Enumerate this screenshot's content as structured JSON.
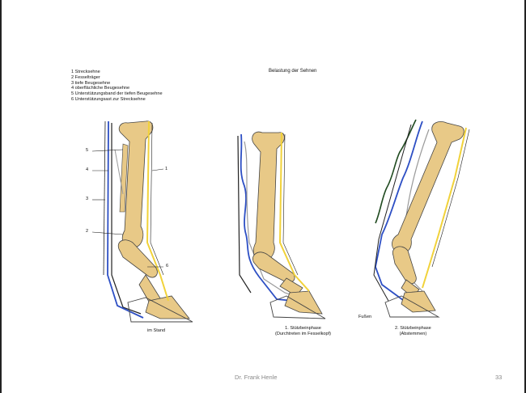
{
  "title": "Belastung der Sehnen",
  "legend": [
    "1 Strecksehne",
    "2 Fesselträger",
    "3 tiefe Beugesehne",
    "4 oberflächliche Beugesehne",
    "5 Unterstützungsband der tiefen Beugesehne",
    "6 Unterstützungsast zur Strecksehne"
  ],
  "numbers": {
    "n1": "1",
    "n2": "2",
    "n3": "3",
    "n4": "4",
    "n5": "5",
    "n6": "6"
  },
  "captions": {
    "stand": "im Stand",
    "phase1_line1": "1. Stützbeinphase",
    "phase1_line2": "(Durchtreten im Fesselkopf)",
    "fussen": "Fußen",
    "phase2_line1": "2. Stützbeinphase",
    "phase2_line2": "(Abstemmen)"
  },
  "footer": {
    "author": "Dr. Frank Henle",
    "page": "33"
  },
  "colors": {
    "bone": "#e8c987",
    "tendon_blue": "#2d4fc4",
    "tendon_yellow": "#f1d23a",
    "tendon_dark": "#1f4a1f",
    "tendon_grey": "#9a9a9a",
    "outline": "#222222"
  }
}
